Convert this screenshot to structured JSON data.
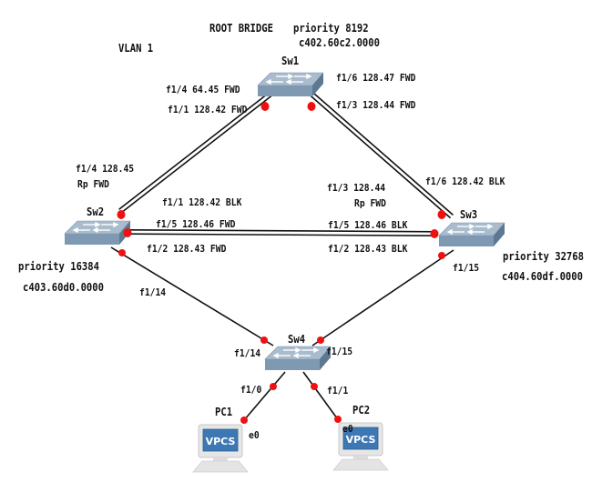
{
  "diagram": {
    "vlan_label": "VLAN 1",
    "root_bridge_label": "ROOT BRIDGE",
    "colors": {
      "link": "#111111",
      "port_dot": "#ee1111",
      "switch_top": "#a9bccd",
      "switch_front": "#7f99b2",
      "switch_side": "#5d7891",
      "vpcs_screen": "#3d78b4"
    },
    "switches": [
      {
        "id": "sw1",
        "name": "Sw1",
        "priority": "priority 8192",
        "mac": "c402.60c2.0000"
      },
      {
        "id": "sw2",
        "name": "Sw2",
        "priority": "priority 16384",
        "mac": "c403.60d0.0000"
      },
      {
        "id": "sw3",
        "name": "Sw3",
        "priority": "priority 32768",
        "mac": "c404.60df.0000"
      },
      {
        "id": "sw4",
        "name": "Sw4"
      }
    ],
    "pcs": [
      {
        "id": "pc1",
        "name": "PC1",
        "screen_text": "VPCS",
        "port": "e0"
      },
      {
        "id": "pc2",
        "name": "PC2",
        "screen_text": "VPCS",
        "port": "e0"
      }
    ],
    "links": [
      {
        "from": "sw1",
        "to": "sw2",
        "type": "double",
        "from_port": "f1/4",
        "to_port": "f1/4"
      },
      {
        "from": "sw1",
        "to": "sw3",
        "type": "double",
        "from_port": "f1/6",
        "to_port": "f1/6"
      },
      {
        "from": "sw2",
        "to": "sw3",
        "type": "double",
        "from_port": "f1/5",
        "to_port": "f1/5"
      },
      {
        "from": "sw2",
        "to": "sw4",
        "type": "single",
        "from_port": "f1/14",
        "to_port": "f1/14"
      },
      {
        "from": "sw3",
        "to": "sw4",
        "type": "single",
        "from_port": "f1/15",
        "to_port": "f1/15"
      },
      {
        "from": "sw4",
        "to": "pc1",
        "type": "single",
        "from_port": "f1/0",
        "to_port": "e0"
      },
      {
        "from": "sw4",
        "to": "pc2",
        "type": "single",
        "from_port": "f1/1",
        "to_port": "e0"
      }
    ],
    "port_labels": {
      "sw1_f14": "f1/4 64.45 FWD",
      "sw1_f11": "f1/1 128.42 FWD",
      "sw1_f16": "f1/6  128.47 FWD",
      "sw1_f13": "f1/3 128.44  FWD",
      "sw2_f14_line1": "f1/4  128.45",
      "sw2_f14_line2": "Rp  FWD",
      "sw2_f11": "f1/1 128.42 BLK",
      "sw2_f15": "f1/5 128.46  FWD",
      "sw2_f12": "f1/2 128.43  FWD",
      "sw2_f114": "f1/14",
      "sw3_f13_line1": "f1/3 128.44",
      "sw3_f13_line2": "Rp FWD",
      "sw3_f16": "f1/6 128.42 BLK",
      "sw3_f15": "f1/5 128.46 BLK",
      "sw3_f12": "f1/2 128.43 BLK",
      "sw3_f115": "f1/15",
      "sw4_f114": "f1/14",
      "sw4_f115": "f1/15",
      "sw4_f10": "f1/0",
      "sw4_f11": "f1/1",
      "pc1_e0": "e0",
      "pc2_e0": "e0"
    }
  }
}
